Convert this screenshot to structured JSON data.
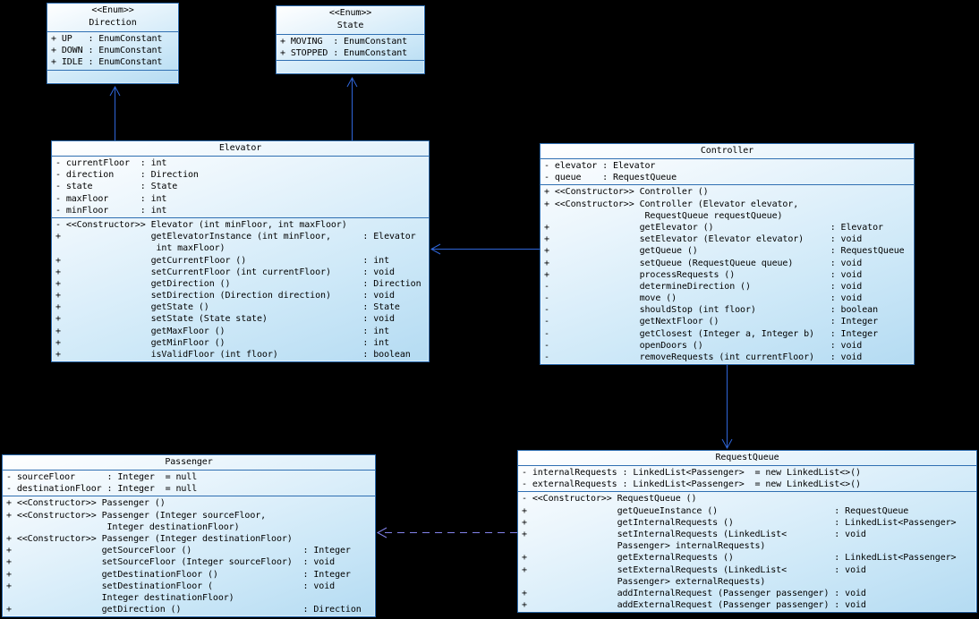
{
  "colors": {
    "background": "#000000",
    "box_border": "#2f6fb2",
    "box_fill_top": "#ffffff",
    "box_fill_bottom": "#b4dbf2",
    "text": "#000000",
    "arrow_solid": "#2f66d9",
    "arrow_dashed": "#8282ea"
  },
  "classes": {
    "direction_enum": {
      "stereotype": "<<Enum>>",
      "name": "Direction",
      "attributes": [
        "+ UP   : EnumConstant",
        "+ DOWN : EnumConstant",
        "+ IDLE : EnumConstant"
      ],
      "methods": []
    },
    "state_enum": {
      "stereotype": "<<Enum>>",
      "name": "State",
      "attributes": [
        "+ MOVING  : EnumConstant",
        "+ STOPPED : EnumConstant"
      ],
      "methods": []
    },
    "elevator": {
      "name": "Elevator",
      "attributes": [
        "- currentFloor  : int",
        "- direction     : Direction",
        "- state         : State",
        "- maxFloor      : int",
        "- minFloor      : int"
      ],
      "methods": [
        "- <<Constructor>> Elevator (int minFloor, int maxFloor)",
        "+                 getElevatorInstance (int minFloor,      : Elevator",
        "                   int maxFloor)",
        "+                 getCurrentFloor ()                      : int",
        "+                 setCurrentFloor (int currentFloor)      : void",
        "+                 getDirection ()                         : Direction",
        "+                 setDirection (Direction direction)      : void",
        "+                 getState ()                             : State",
        "+                 setState (State state)                  : void",
        "+                 getMaxFloor ()                          : int",
        "+                 getMinFloor ()                          : int",
        "+                 isValidFloor (int floor)                : boolean"
      ]
    },
    "controller": {
      "name": "Controller",
      "attributes": [
        "- elevator : Elevator",
        "- queue    : RequestQueue"
      ],
      "methods": [
        "+ <<Constructor>> Controller ()",
        "+ <<Constructor>> Controller (Elevator elevator,",
        "                   RequestQueue requestQueue)",
        "+                 getElevator ()                      : Elevator",
        "+                 setElevator (Elevator elevator)     : void",
        "+                 getQueue ()                         : RequestQueue",
        "+                 setQueue (RequestQueue queue)       : void",
        "+                 processRequests ()                  : void",
        "-                 determineDirection ()               : void",
        "-                 move ()                             : void",
        "-                 shouldStop (int floor)              : boolean",
        "-                 getNextFloor ()                     : Integer",
        "-                 getClosest (Integer a, Integer b)   : Integer",
        "-                 openDoors ()                        : void",
        "-                 removeRequests (int currentFloor)   : void"
      ]
    },
    "passenger": {
      "name": "Passenger",
      "attributes": [
        "- sourceFloor      : Integer  = null",
        "- destinationFloor : Integer  = null"
      ],
      "methods": [
        "+ <<Constructor>> Passenger ()",
        "+ <<Constructor>> Passenger (Integer sourceFloor,",
        "                   Integer destinationFloor)",
        "+ <<Constructor>> Passenger (Integer destinationFloor)",
        "+                 getSourceFloor ()                     : Integer",
        "+                 setSourceFloor (Integer sourceFloor)  : void",
        "+                 getDestinationFloor ()                : Integer",
        "+                 setDestinationFloor (                 : void",
        "                  Integer destinationFloor)",
        "+                 getDirection ()                       : Direction"
      ]
    },
    "request_queue": {
      "name": "RequestQueue",
      "attributes": [
        "- internalRequests : LinkedList<Passenger>  = new LinkedList<>()",
        "- externalRequests : LinkedList<Passenger>  = new LinkedList<>()"
      ],
      "methods": [
        "- <<Constructor>> RequestQueue ()",
        "+                 getQueueInstance ()                      : RequestQueue",
        "+                 getInternalRequests ()                   : LinkedList<Passenger>",
        "+                 setInternalRequests (LinkedList<         : void",
        "                  Passenger> internalRequests)",
        "+                 getExternalRequests ()                   : LinkedList<Passenger>",
        "+                 setExternalRequests (LinkedList<         : void",
        "                  Passenger> externalRequests)",
        "+                 addInternalRequest (Passenger passenger) : void",
        "+                 addExternalRequest (Passenger passenger) : void"
      ]
    }
  },
  "relations": [
    {
      "from": "Elevator",
      "to": "Direction",
      "line": "solid",
      "arrowhead": "open"
    },
    {
      "from": "Elevator",
      "to": "State",
      "line": "solid",
      "arrowhead": "open"
    },
    {
      "from": "Controller",
      "to": "Elevator",
      "line": "solid",
      "arrowhead": "open"
    },
    {
      "from": "Controller",
      "to": "RequestQueue",
      "line": "solid",
      "arrowhead": "open"
    },
    {
      "from": "RequestQueue",
      "to": "Passenger",
      "line": "dashed",
      "arrowhead": "open"
    }
  ]
}
